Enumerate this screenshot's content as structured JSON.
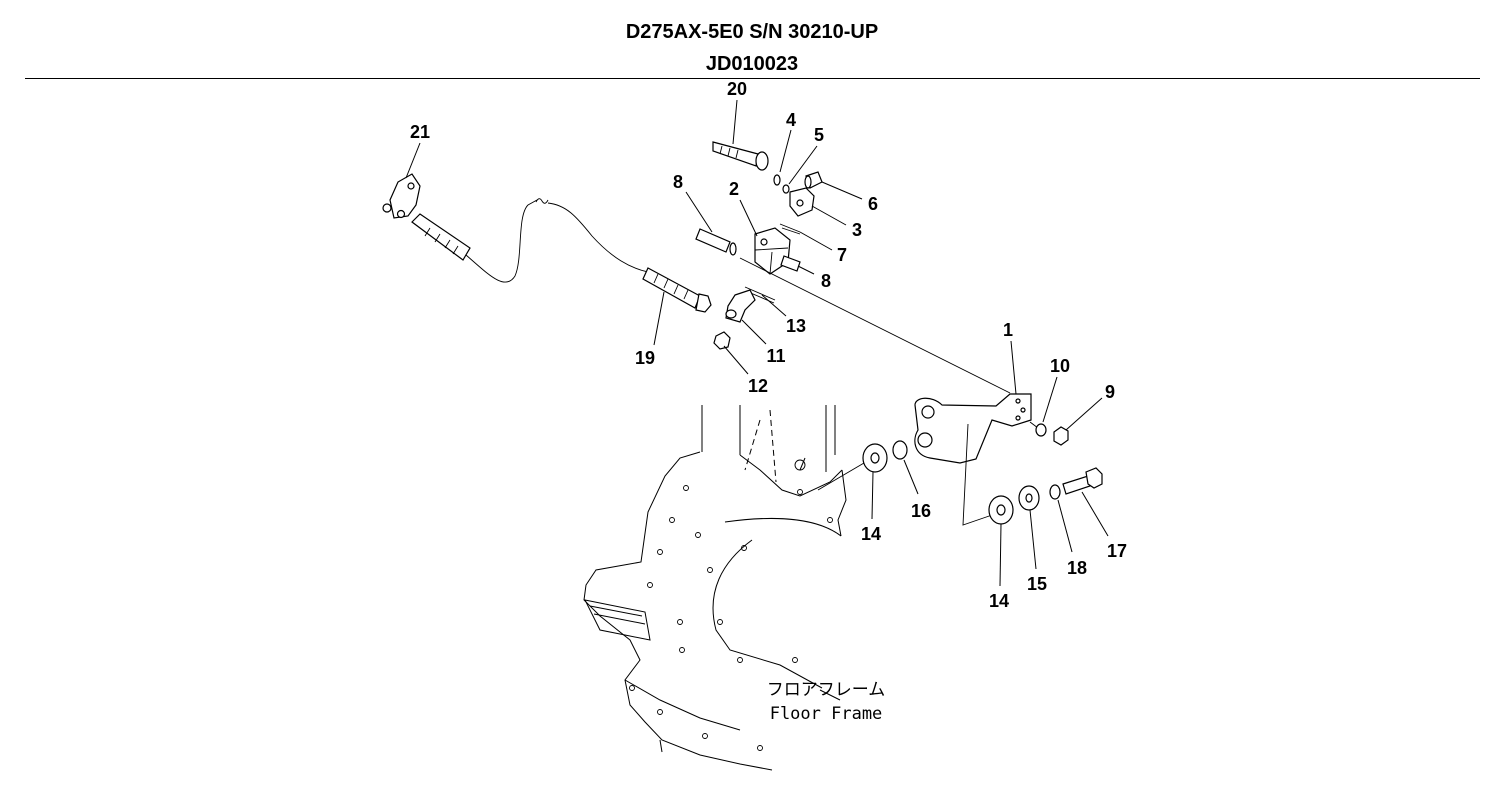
{
  "title": "D275AX-5E0 S/N 30210-UP",
  "subtitle": "JD010023",
  "callouts": [
    "20",
    "21",
    "4",
    "5",
    "8",
    "2",
    "6",
    "3",
    "7",
    "8",
    "13",
    "19",
    "11",
    "12",
    "1",
    "10",
    "9",
    "16",
    "14",
    "17",
    "18",
    "15",
    "14"
  ],
  "floor_frame": {
    "label_ja": "フロアフレーム",
    "label_en": "Floor Frame"
  }
}
